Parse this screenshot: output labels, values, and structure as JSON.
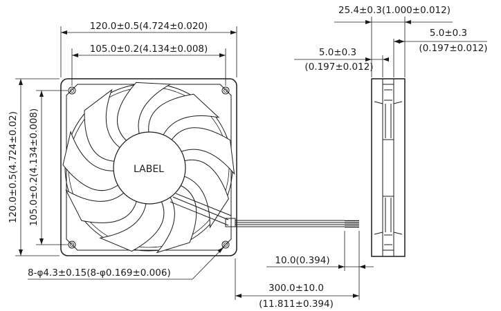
{
  "front_view": {
    "label_text": "LABEL",
    "dims": {
      "overall_width": "120.0±0.5(4.724±0.020)",
      "hole_pitch_width": "105.0±0.2(4.134±0.008)",
      "overall_height": "120.0±0.5(4.724±0.02)",
      "hole_pitch_height": "105.0±0.2(4.134±0.008)",
      "mounting_holes": "8-φ4.3±0.15(8-φ0.169±0.006)"
    }
  },
  "side_view": {
    "dims": {
      "thickness": "25.4±0.3(1.000±0.012)",
      "flange_right_mm": "5.0±0.3",
      "flange_right_in": "(0.197±0.012)",
      "flange_left_mm": "5.0±0.3",
      "flange_left_in": "(0.197±0.012)"
    }
  },
  "cable": {
    "dims": {
      "strip_length": "10.0(0.394)",
      "lead_length_mm": "300.0±10.0",
      "lead_length_in": "(11.811±0.394)"
    }
  }
}
